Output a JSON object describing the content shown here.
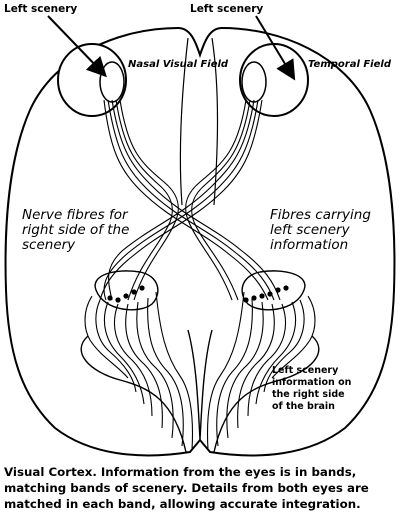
{
  "labels": {
    "left_scenery_left": "Left scenery",
    "left_scenery_right": "Left scenery",
    "nasal_visual_field": "Nasal Visual Field",
    "temporal_field": "Temporal Field",
    "nerve_fibres": "Nerve fibres for right side of the scenery",
    "fibres_carrying": "Fibres carrying left scenery information",
    "left_scenery_info": "Left scenery information on the right side of the brain"
  },
  "caption": "Visual Cortex. Information from the eyes is in bands, matching bands of scenery. Details from both eyes are matched in each band, allowing accurate integration."
}
